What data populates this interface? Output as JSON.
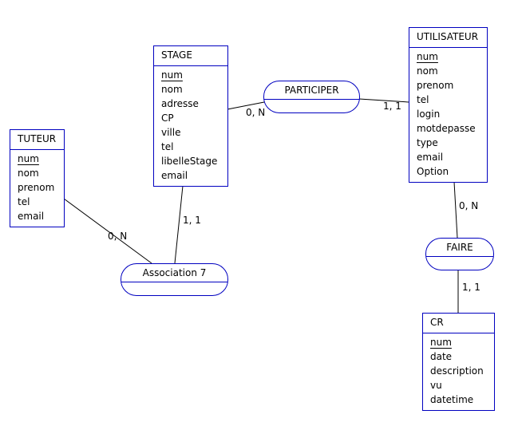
{
  "diagram": {
    "type": "MCD entity-association",
    "entities": {
      "stage": {
        "name": "STAGE",
        "key": "num",
        "attributes": [
          "nom",
          "adresse",
          "CP",
          "ville",
          "tel",
          "libelleStage",
          "email"
        ]
      },
      "utilisateur": {
        "name": "UTILISATEUR",
        "key": "num",
        "attributes": [
          "nom",
          "prenom",
          "tel",
          "login",
          "motdepasse",
          "type",
          "email",
          "Option"
        ]
      },
      "tuteur": {
        "name": "TUTEUR",
        "key": "num",
        "attributes": [
          "nom",
          "prenom",
          "tel",
          "email"
        ]
      },
      "cr": {
        "name": "CR",
        "key": "num",
        "attributes": [
          "date",
          "description",
          "vu",
          "datetime"
        ]
      }
    },
    "associations": {
      "participer": {
        "name": "PARTICIPER"
      },
      "association7": {
        "name": "Association 7"
      },
      "faire": {
        "name": "FAIRE"
      }
    },
    "cardinalities": {
      "stage_participer": "0, N",
      "utilisateur_participer": "1, 1",
      "tuteur_association7": "0, N",
      "stage_association7": "1, 1",
      "utilisateur_faire": "0, N",
      "cr_faire": "1, 1"
    },
    "colors": {
      "border": "#0000c0",
      "link": "#000000"
    }
  }
}
